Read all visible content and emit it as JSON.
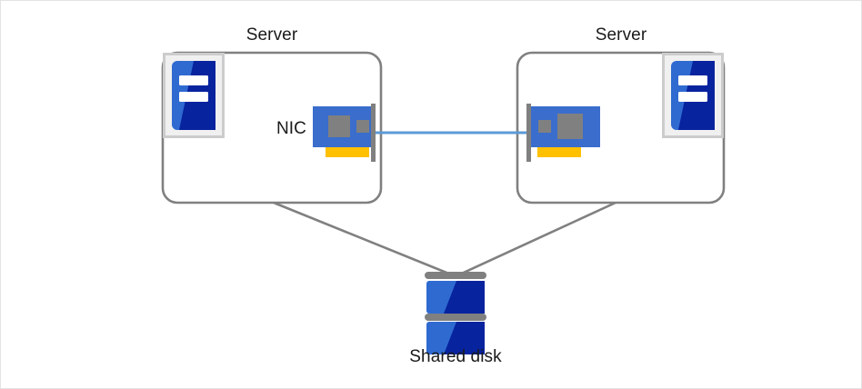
{
  "diagram": {
    "title_visible": false,
    "type": "cluster-topology",
    "nodes": {
      "server_left": {
        "label": "Server",
        "icon": "server-icon",
        "nic": {
          "label": "NIC",
          "icon": "nic-card-icon"
        }
      },
      "server_right": {
        "label": "Server",
        "icon": "server-icon",
        "nic": {
          "label": "",
          "icon": "nic-card-icon"
        }
      },
      "shared_disk": {
        "label": "Shared disk",
        "icon": "disk-stack-icon"
      }
    },
    "connections": [
      {
        "name": "network-cable",
        "from": "server_left.nic",
        "to": "server_right.nic",
        "style": "straight",
        "color": "#5B9BD5"
      },
      {
        "name": "storage-link-left",
        "from": "server_left",
        "to": "shared_disk",
        "style": "straight",
        "color": "#808080"
      },
      {
        "name": "storage-link-right",
        "from": "server_right",
        "to": "shared_disk",
        "style": "straight",
        "color": "#808080"
      }
    ]
  },
  "colors": {
    "page_border": "#e3e3e3",
    "box_stroke": "#808080",
    "icon_frame": "#c8c8c8",
    "blue_light": "#2f6ad1",
    "blue_dark": "#07239e",
    "nic_blue": "#3a6dcc",
    "nic_gray": "#808080",
    "nic_connector": "#ffc000",
    "cable_blue": "#5B9BD5",
    "disk_bar": "#808080",
    "text": "#1a1a1a"
  }
}
